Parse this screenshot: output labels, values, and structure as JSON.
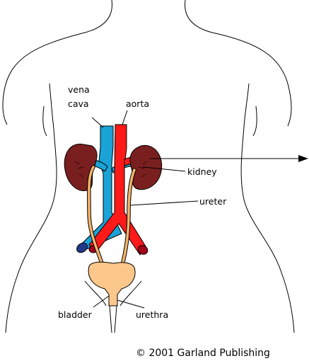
{
  "labels": {
    "vena_cava_line1": "vena",
    "vena_cava_line2": "cava",
    "aorta": "aorta",
    "kidney": "kidney",
    "ureter": "ureter",
    "bladder": "bladder",
    "urethra": "urethra"
  },
  "copyright": "© 2001 Garland Publishing",
  "colors": {
    "outline": "#000000",
    "vein": "#1aa3d6",
    "artery": "#ff1a1a",
    "kidney": "#7a1f1f",
    "ureter": "#f5b46a",
    "bladder": "#fcc78a",
    "vein_end": "#1f3a8a",
    "artery_end": "#a3001a"
  }
}
